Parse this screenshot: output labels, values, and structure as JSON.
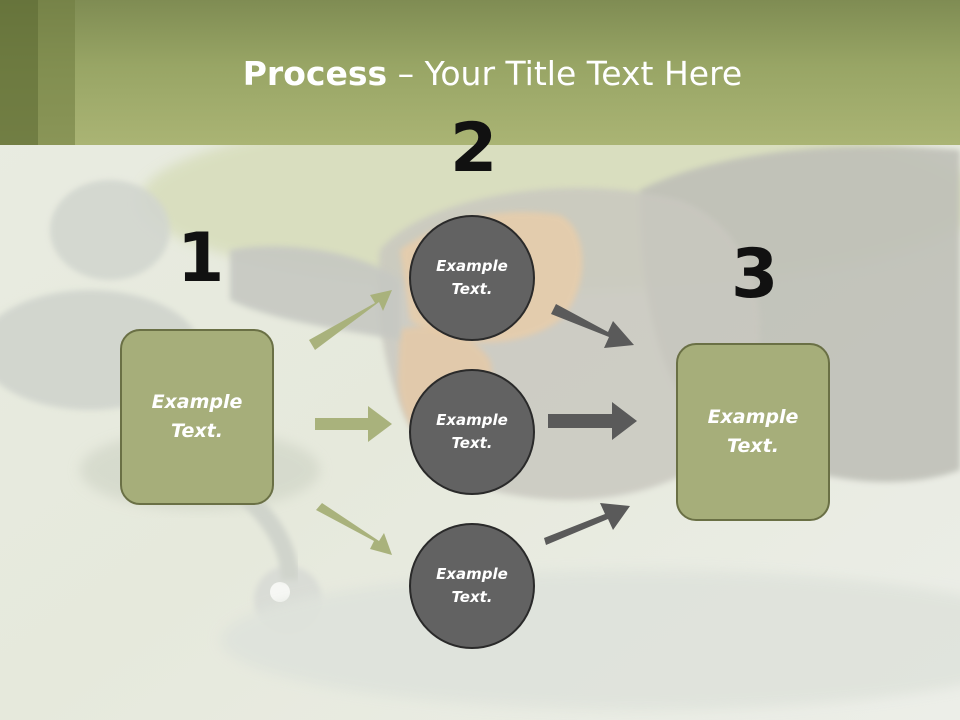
{
  "slide": {
    "title_bold": "Process",
    "title_rest": " – Your Title Text Here"
  },
  "steps": {
    "step1": {
      "number": "1",
      "label": "Example\nText."
    },
    "step2": {
      "number": "2",
      "items": [
        {
          "label": "Example\nText."
        },
        {
          "label": "Example\nText."
        },
        {
          "label": "Example\nText."
        }
      ]
    },
    "step3": {
      "number": "3",
      "label": "Example\nText."
    }
  },
  "colors": {
    "header": "#98a565",
    "box_fill": "#a6ae7a",
    "circle_fill": "#626262",
    "green_arrow": "#a9b27c",
    "dark_arrow": "#5a5a5a"
  },
  "icons": {
    "background": "motorcycle-glove-photo"
  }
}
